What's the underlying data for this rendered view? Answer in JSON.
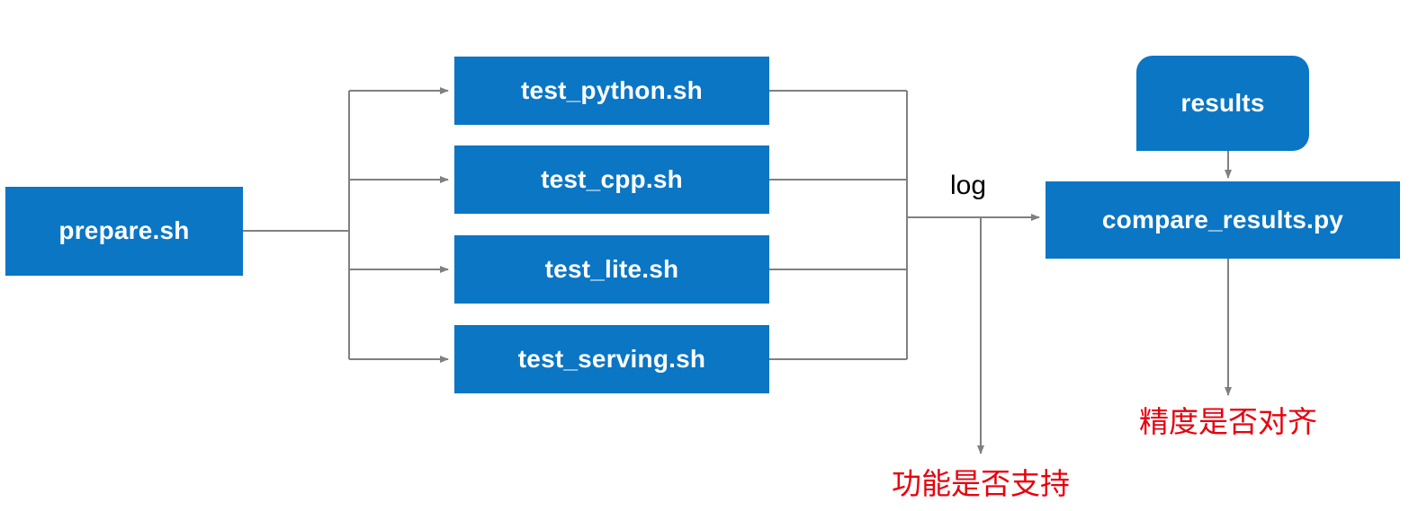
{
  "diagram": {
    "title": "test pipeline flowchart",
    "colors": {
      "node_fill": "#0a76c4",
      "node_text": "#ffffff",
      "edge_stroke": "#808080",
      "annotation_text": "#e8000d",
      "background": "#ffffff"
    },
    "nodes": {
      "prepare": {
        "label": "prepare.sh"
      },
      "test_python": {
        "label": "test_python.sh"
      },
      "test_cpp": {
        "label": "test_cpp.sh"
      },
      "test_lite": {
        "label": "test_lite.sh"
      },
      "test_serving": {
        "label": "test_serving.sh"
      },
      "results": {
        "label": "results"
      },
      "compare": {
        "label": "compare_results.py"
      }
    },
    "edge_labels": {
      "log": "log"
    },
    "annotations": {
      "feature_support": "功能是否支持",
      "precision_aligned": "精度是否对齐"
    }
  }
}
